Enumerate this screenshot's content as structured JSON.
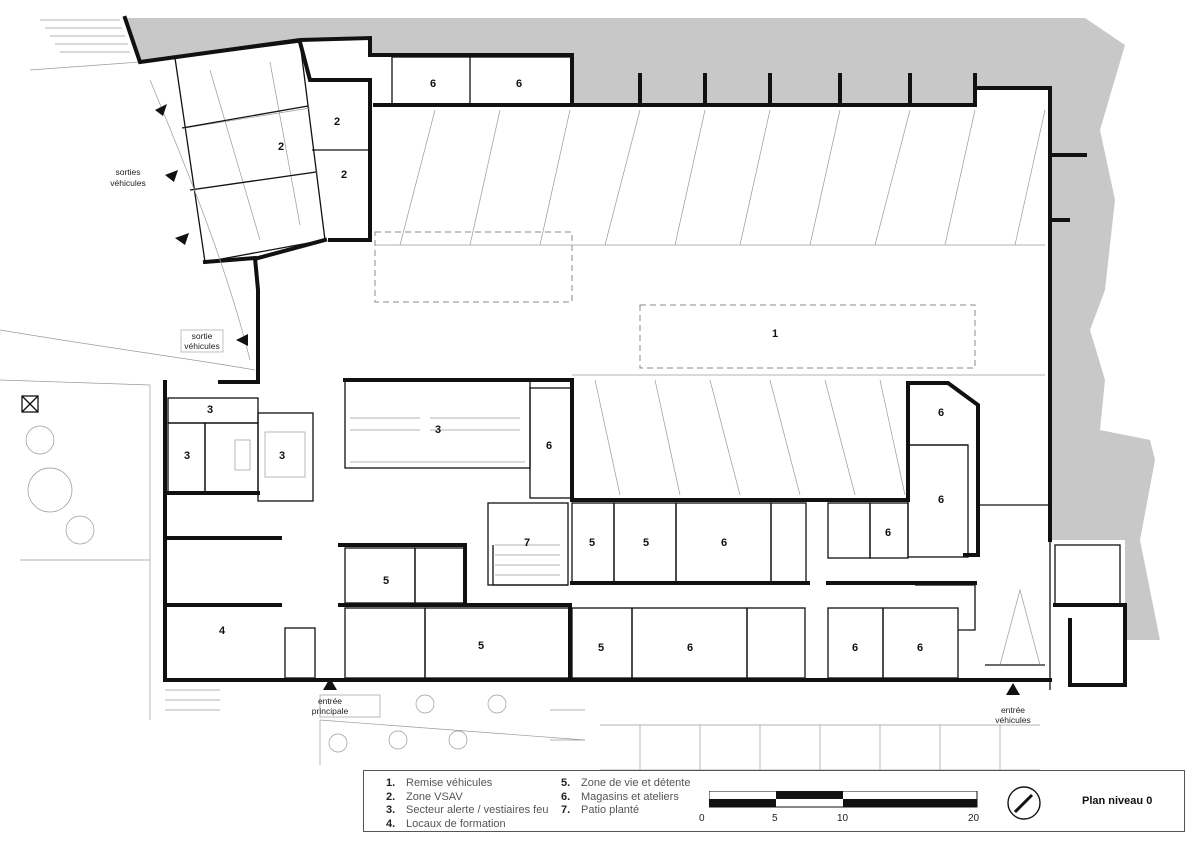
{
  "rooms": [
    {
      "id": "r2a",
      "label": "2"
    },
    {
      "id": "r2b",
      "label": "2"
    },
    {
      "id": "r2c",
      "label": "2"
    },
    {
      "id": "r6a",
      "label": "6"
    },
    {
      "id": "r6b",
      "label": "6"
    },
    {
      "id": "r1",
      "label": "1"
    },
    {
      "id": "r3a",
      "label": "3"
    },
    {
      "id": "r3b",
      "label": "3"
    },
    {
      "id": "r3c",
      "label": "3"
    },
    {
      "id": "r3d",
      "label": "3"
    },
    {
      "id": "r6c",
      "label": "6"
    },
    {
      "id": "r6d",
      "label": "6"
    },
    {
      "id": "r6e",
      "label": "6"
    },
    {
      "id": "r7",
      "label": "7"
    },
    {
      "id": "r5a",
      "label": "5"
    },
    {
      "id": "r5b",
      "label": "5"
    },
    {
      "id": "r6f",
      "label": "6"
    },
    {
      "id": "r6g",
      "label": "6"
    },
    {
      "id": "r5c",
      "label": "5"
    },
    {
      "id": "r4",
      "label": "4"
    },
    {
      "id": "r5d",
      "label": "5"
    },
    {
      "id": "r5e",
      "label": "5"
    },
    {
      "id": "r6h",
      "label": "6"
    },
    {
      "id": "r6i",
      "label": "6"
    },
    {
      "id": "r6j",
      "label": "6"
    }
  ],
  "annotations": {
    "sorties_vehicules_1": "sorties",
    "sorties_vehicules_2": "véhicules",
    "sortie_vehicules_1": "sortie",
    "sortie_vehicules_2": "véhicules",
    "entree_principale_1": "entrée",
    "entree_principale_2": "principale",
    "entree_vehicules_1": "entrée",
    "entree_vehicules_2": "véhicules"
  },
  "legend": {
    "items": [
      {
        "num": "1.",
        "text": "Remise véhicules"
      },
      {
        "num": "2.",
        "text": "Zone VSAV"
      },
      {
        "num": "3.",
        "text": "Secteur alerte / vestiaires feu"
      },
      {
        "num": "4.",
        "text": "Locaux de formation"
      },
      {
        "num": "5.",
        "text": "Zone de vie et détente"
      },
      {
        "num": "6.",
        "text": "Magasins et ateliers"
      },
      {
        "num": "7.",
        "text": "Patio planté"
      }
    ],
    "scale": {
      "ticks": [
        "0",
        "5",
        "10",
        "20"
      ]
    },
    "title": "Plan niveau 0"
  },
  "colors": {
    "poche": "#c8c8c8",
    "wall": "#111111"
  }
}
